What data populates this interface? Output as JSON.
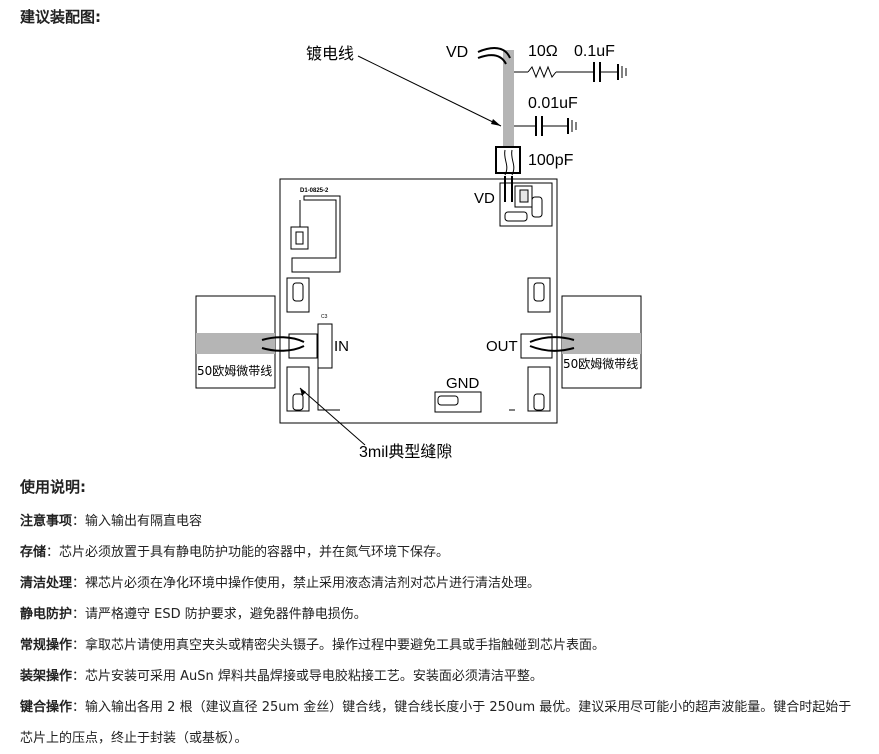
{
  "sections": {
    "assembly_title": "建议装配图:",
    "usage_title": "使用说明:"
  },
  "diagram": {
    "wire_label": "镀电线",
    "vd_top": "VD",
    "r_label": "10Ω",
    "c1_label": "0.1uF",
    "c2_label": "0.01uF",
    "c3_label": "100pF",
    "chip_id": "D1-0825-2",
    "vd_pad": "VD",
    "in_label": "IN",
    "out_label": "OUT",
    "gnd_label": "GND",
    "left_line": "50欧姆微带线",
    "right_line": "50欧姆微带线",
    "gap_label_a": "3mil",
    "gap_label_b": "典型缝隙",
    "small_mark": "C3"
  },
  "notes": [
    {
      "label": "注意事项",
      "text": "输入输出有隔直电容"
    },
    {
      "label": "存储",
      "text": "芯片必须放置于具有静电防护功能的容器中，并在氮气环境下保存。"
    },
    {
      "label": "清洁处理",
      "text": "裸芯片必须在净化环境中操作使用，禁止采用液态清洁剂对芯片进行清洁处理。"
    },
    {
      "label": "静电防护",
      "text": "请严格遵守 ESD 防护要求，避免器件静电损伤。"
    },
    {
      "label": "常规操作",
      "text": "拿取芯片请使用真空夹头或精密尖头镊子。操作过程中要避免工具或手指触碰到芯片表面。"
    },
    {
      "label": "装架操作",
      "text": "芯片安装可采用 AuSn 焊料共晶焊接或导电胶粘接工艺。安装面必须清洁平整。"
    },
    {
      "label": "键合操作",
      "text": "输入输出各用 2 根（建议直径 25um 金丝）键合线，键合线长度小于 250um 最优。建议采用尽可能小的超声波能量。键合时起始于芯片上的压点，终止于封装（或基板）。"
    }
  ]
}
